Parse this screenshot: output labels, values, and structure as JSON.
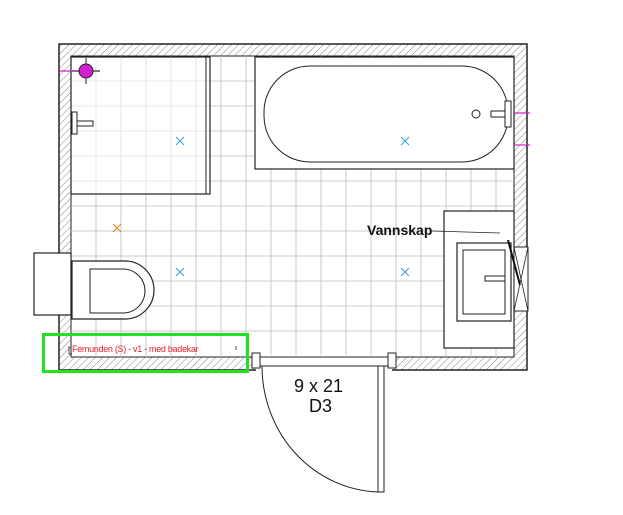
{
  "room": {
    "name": "Femunden (S) - v1 - med badekar"
  },
  "fixtures": {
    "cabinet_label": "Vannskap"
  },
  "door": {
    "size": "9 x 21",
    "id": "D3"
  },
  "colors": {
    "wall": "#ffffff",
    "line": "#222222",
    "grid": "#b8bcc0",
    "room_label": "#e8202a",
    "highlight": "#22e022",
    "pipe": "#d020d0",
    "center_mark": "#3aa0e0",
    "orange_mark": "#e08020"
  }
}
